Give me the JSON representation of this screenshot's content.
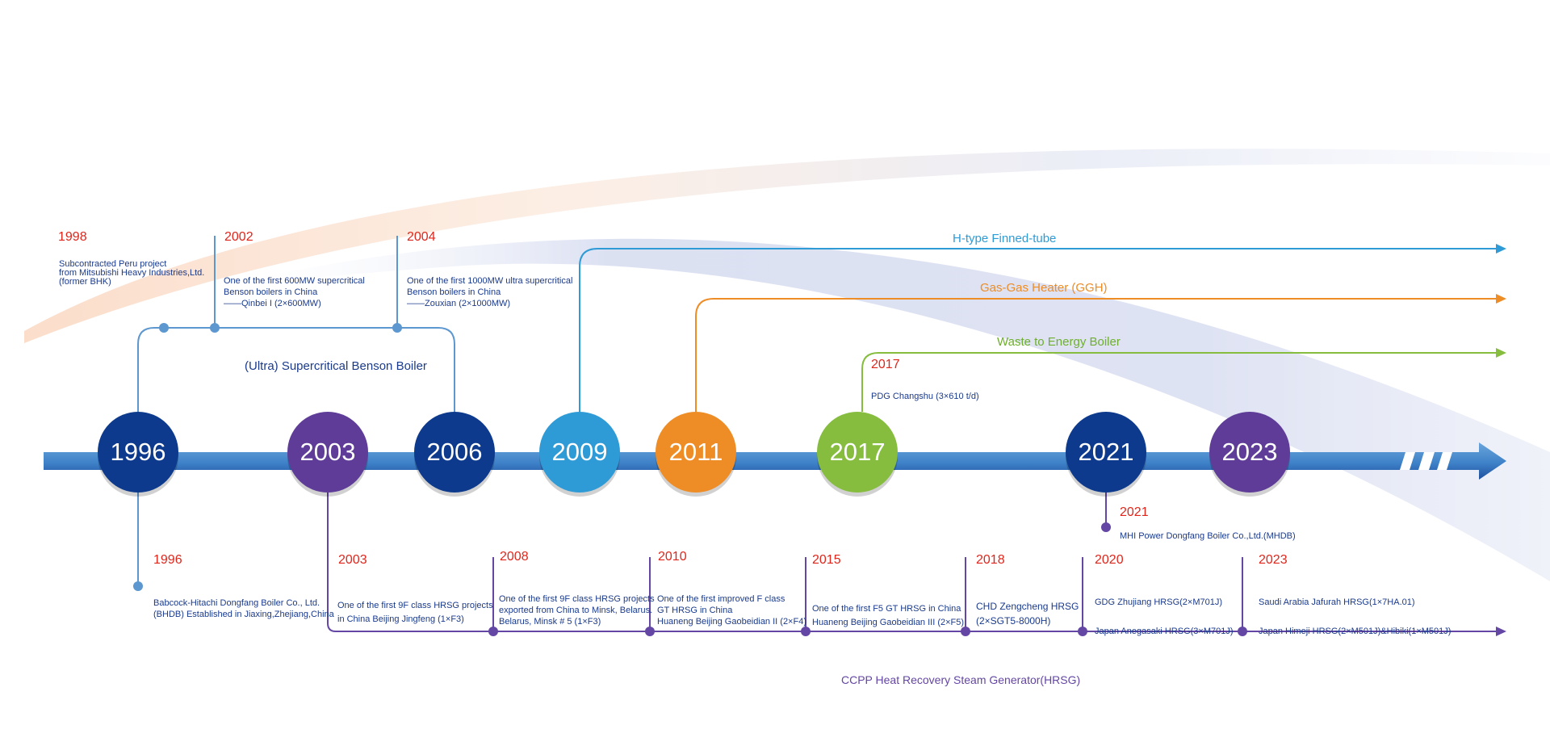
{
  "colors": {
    "dark_blue": "#0d3a8c",
    "purple": "#5e3c98",
    "sky_blue": "#2f9bd6",
    "orange": "#ee8c25",
    "green": "#86bd3f",
    "red": "#e0261b",
    "line_blue": "#5d97d0",
    "line_purple": "#6446a4"
  },
  "milestones": [
    {
      "year": "1996",
      "color": "#0d3a8c"
    },
    {
      "year": "2003",
      "color": "#5e3c98"
    },
    {
      "year": "2006",
      "color": "#0d3a8c"
    },
    {
      "year": "2009",
      "color": "#2f9bd6"
    },
    {
      "year": "2011",
      "color": "#ee8c25"
    },
    {
      "year": "2017",
      "color": "#86bd3f"
    },
    {
      "year": "2021",
      "color": "#0d3a8c"
    },
    {
      "year": "2023",
      "color": "#5e3c98"
    }
  ],
  "benson": {
    "label": "(Ultra) Supercritical Benson Boiler",
    "events": [
      {
        "year": "1998",
        "lines": [
          "Subcontracted Peru project",
          "from Mitsubishi Heavy Industries,Ltd.",
          "(former BHK)"
        ]
      },
      {
        "year": "2002",
        "lines": [
          "One of the first 600MW supercritical",
          "Benson boilers in China",
          "——Qinbei I (2×600MW)"
        ]
      },
      {
        "year": "2004",
        "lines": [
          "One of the first 1000MW ultra supercritical",
          "Benson boilers in China",
          "——Zouxian (2×1000MW)"
        ]
      }
    ]
  },
  "branches": {
    "h_type": {
      "label": "H-type Finned-tube"
    },
    "ggh": {
      "label": "Gas-Gas Heater (GGH)"
    },
    "wte": {
      "label": "Waste to Energy Boiler",
      "event_year": "2017",
      "event_text": "PDG Changshu (3×610 t/d)"
    }
  },
  "events_below": {
    "bhdb": {
      "year": "1996",
      "lines": [
        "Babcock-Hitachi Dongfang Boiler Co., Ltd.",
        "(BHDB) Established in Jiaxing,Zhejiang,China"
      ]
    },
    "mhdb": {
      "year": "2021",
      "text": "MHI Power Dongfang Boiler Co.,Ltd.(MHDB)"
    }
  },
  "hrsg": {
    "label": "CCPP Heat Recovery Steam Generator(HRSG)",
    "events": [
      {
        "year": "2003",
        "lines": [
          "One of the first 9F class HRSG projects",
          "in China Beijing Jingfeng (1×F3)"
        ]
      },
      {
        "year": "2008",
        "lines": [
          "One of the first 9F class HRSG projects",
          "exported from China to Minsk, Belarus.",
          "Belarus, Minsk # 5 (1×F3)"
        ]
      },
      {
        "year": "2010",
        "lines": [
          "One of the first improved F class",
          "GT HRSG in China",
          "Huaneng Beijing Gaobeidian II (2×F4)"
        ]
      },
      {
        "year": "2015",
        "lines": [
          "One of the first F5 GT HRSG in China",
          "Huaneng Beijing  Gaobeidian III (2×F5)"
        ]
      },
      {
        "year": "2018",
        "lines": [
          "CHD Zengcheng HRSG",
          "(2×SGT5-8000H)"
        ]
      },
      {
        "year": "2020",
        "lines": [
          "GDG Zhujiang HRSG(2×M701J)",
          "Japan Anegasaki HRSG(3×M701J)"
        ]
      },
      {
        "year": "2023",
        "lines": [
          "Saudi Arabia Jafurah HRSG(1×7HA.01)",
          "Japan Himeji HRSG(2×M501J)&Hibiki(1×M501J)"
        ]
      }
    ]
  }
}
